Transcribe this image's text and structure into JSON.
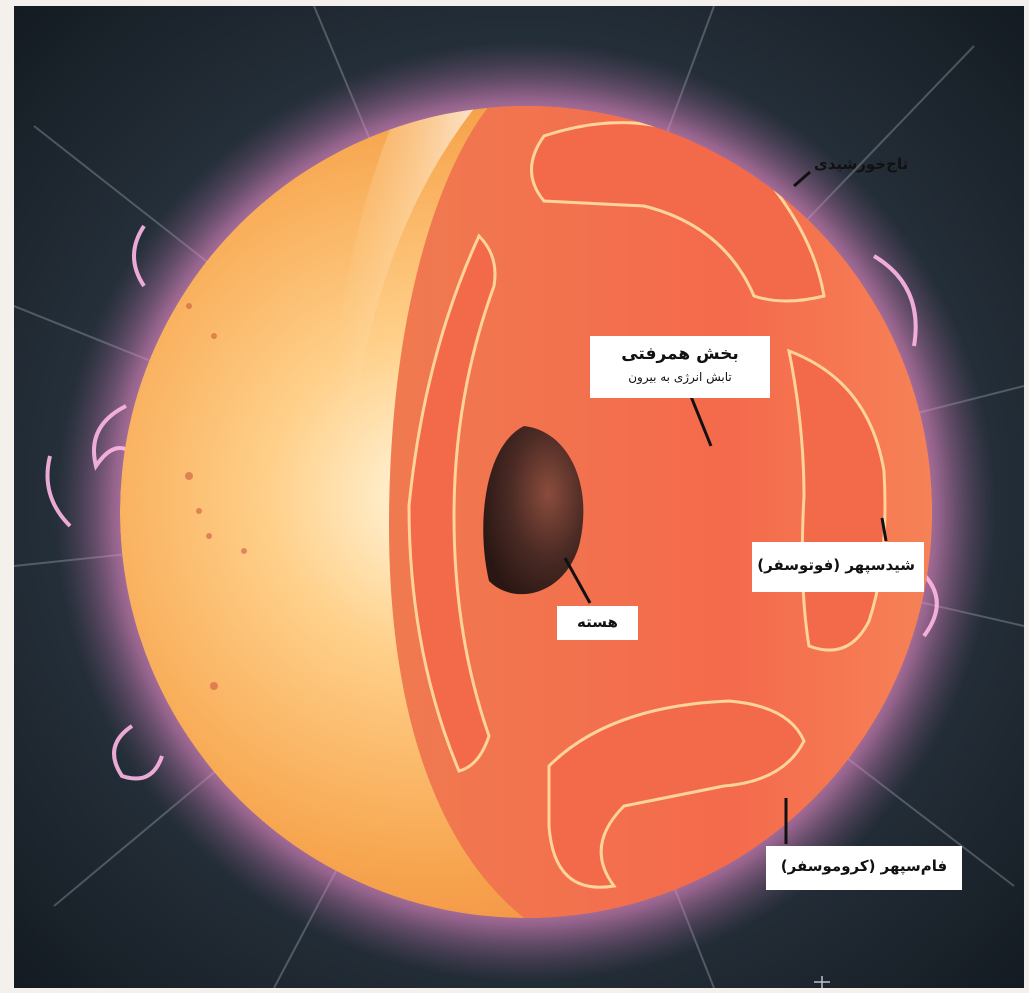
{
  "labels": {
    "corona": "تاج‌خورشیدی",
    "convective_title": "بخش همرفتی",
    "convective_sub": "تابش انرژی به بیرون",
    "photosphere": "شیدسپهر (فوتوسفر)",
    "core": "هسته",
    "chromosphere": "فام‌سپهر (کروموسفر)"
  },
  "colors": {
    "space": "#1f2a34",
    "glow": "#ff9fd8",
    "surface": "#f6b060",
    "interior": "#f2694a",
    "core": "#3a2420"
  }
}
